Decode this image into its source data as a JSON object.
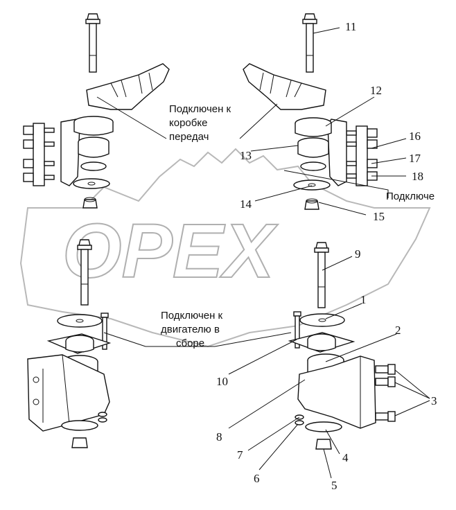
{
  "callouts": [
    "1",
    "2",
    "3",
    "4",
    "5",
    "6",
    "7",
    "8",
    "9",
    "10",
    "11",
    "12",
    "13",
    "14",
    "15",
    "16",
    "17",
    "18"
  ],
  "notes": {
    "gearbox_line1": "Подключен  к",
    "gearbox_line2": "коробке",
    "gearbox_line3": "передач",
    "right_clip": "Подключе",
    "engine_line1": "Подключен к",
    "engine_line2": "двигателю в",
    "engine_line3": "сборе"
  },
  "watermark": "OPEX"
}
